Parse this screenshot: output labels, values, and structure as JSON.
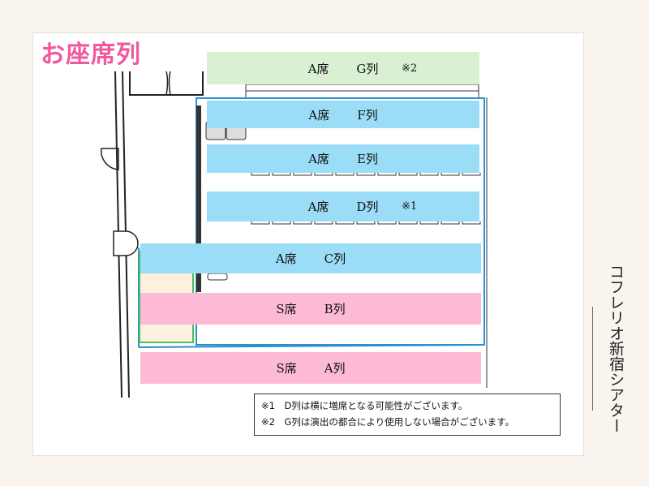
{
  "title": "お座席列",
  "rows": [
    {
      "id": "G",
      "seat": "A席",
      "row": "G列",
      "note": "※2",
      "color": "#d9f0d2"
    },
    {
      "id": "F",
      "seat": "A席",
      "row": "F列",
      "note": "",
      "color": "#9bdcf6"
    },
    {
      "id": "E",
      "seat": "A席",
      "row": "E列",
      "note": "",
      "color": "#9bdcf6"
    },
    {
      "id": "D",
      "seat": "A席",
      "row": "D列",
      "note": "※1",
      "color": "#9bdcf6"
    },
    {
      "id": "C",
      "seat": "A席",
      "row": "C列",
      "note": "",
      "color": "#9bdcf6"
    },
    {
      "id": "B",
      "seat": "S席",
      "row": "B列",
      "note": "",
      "color": "#fdbad6"
    },
    {
      "id": "A",
      "seat": "S席",
      "row": "A列",
      "note": "",
      "color": "#fdbad6"
    }
  ],
  "notes": [
    "※1　D列は横に増席となる可能性がございます。",
    "※2　G列は演出の都合により使用しない場合がございます。"
  ],
  "venue": "コフレリオ新宿シアター"
}
